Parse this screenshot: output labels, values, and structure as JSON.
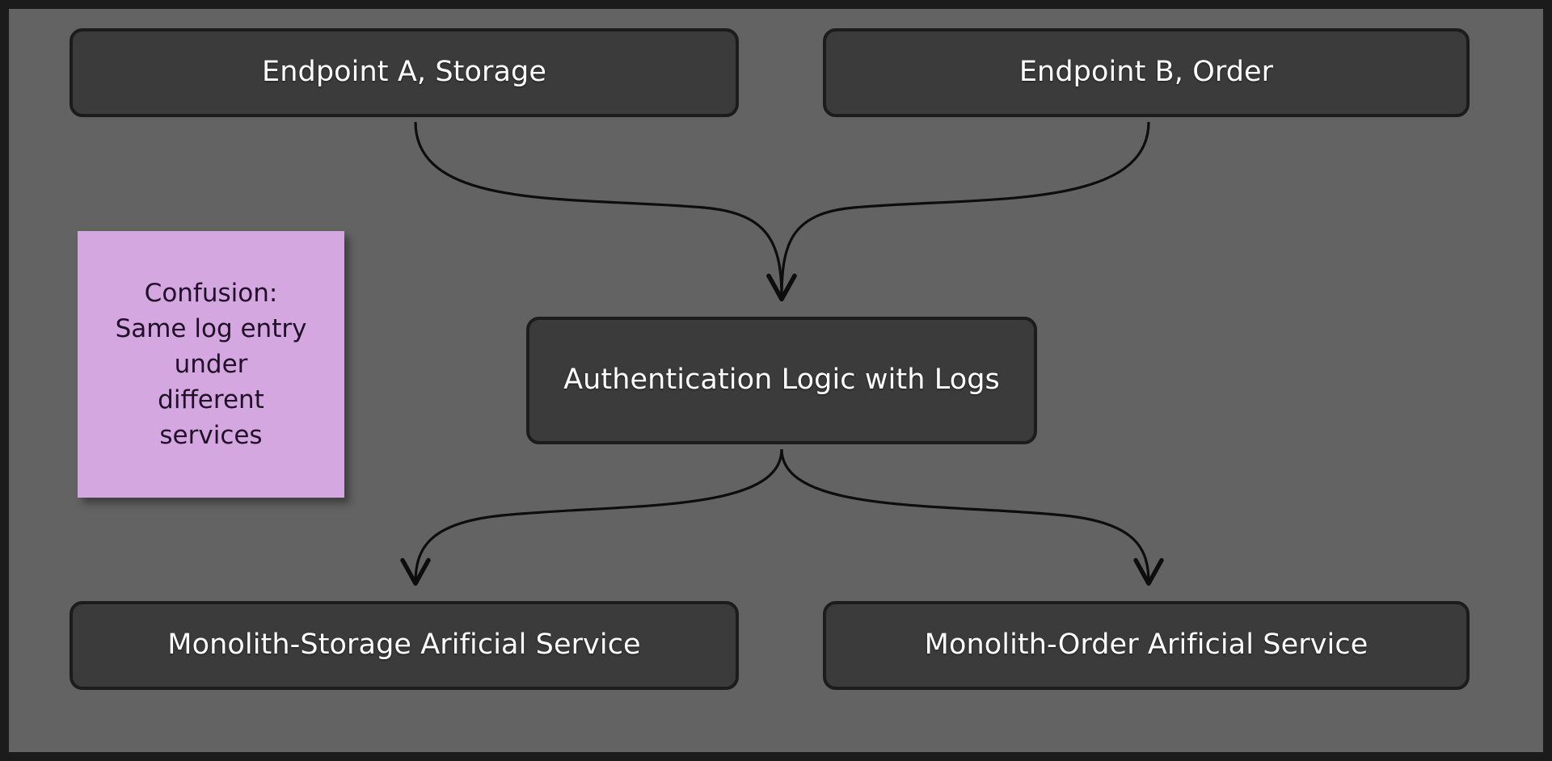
{
  "canvas": {
    "background_color": "#636363",
    "frame_color": "#1b1b1b"
  },
  "diagram": {
    "type": "flowchart",
    "node_style": {
      "fill": "#3b3b3b",
      "border": "#1c1c1c",
      "text_color": "#ffffff"
    },
    "nodes": [
      {
        "id": "endpoint-a",
        "label": "Endpoint A, Storage",
        "row": "top",
        "column": "left"
      },
      {
        "id": "endpoint-b",
        "label": "Endpoint B, Order",
        "row": "top",
        "column": "right"
      },
      {
        "id": "auth-logic",
        "label": "Authentication Logic with Logs",
        "row": "middle",
        "column": "center"
      },
      {
        "id": "monolith-storage",
        "label": "Monolith-Storage Arificial Service",
        "row": "bottom",
        "column": "left"
      },
      {
        "id": "monolith-order",
        "label": "Monolith-Order Arificial Service",
        "row": "bottom",
        "column": "right"
      }
    ],
    "edges": [
      {
        "from": "endpoint-a",
        "to": "auth-logic",
        "style": "curved",
        "arrowhead": "open"
      },
      {
        "from": "endpoint-b",
        "to": "auth-logic",
        "style": "curved",
        "arrowhead": "open"
      },
      {
        "from": "auth-logic",
        "to": "monolith-storage",
        "style": "curved",
        "arrowhead": "open"
      },
      {
        "from": "auth-logic",
        "to": "monolith-order",
        "style": "curved",
        "arrowhead": "open"
      }
    ]
  },
  "sticky_note": {
    "color": "#d5a7e0",
    "text_color": "#201028",
    "text": "Confusion:\nSame log entry\nunder\ndifferent\nservices"
  }
}
